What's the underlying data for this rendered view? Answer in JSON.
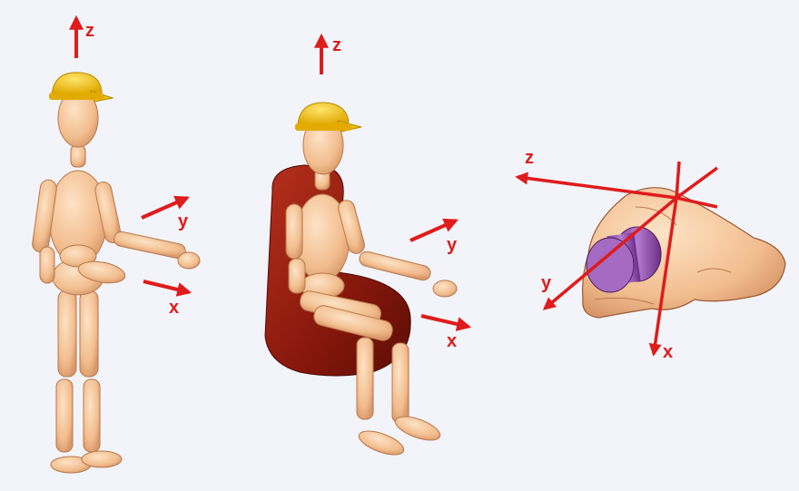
{
  "colors": {
    "axis": "#e01b1b",
    "skin": "#f6caa0",
    "skin_shade": "#d9986a",
    "helmet": "#f6c51a",
    "seat": "#8b1a0e",
    "cylinder": "#9b59b6",
    "background": "#eef1f8"
  },
  "figures": {
    "standing": {
      "z": "z",
      "y": "y",
      "x": "x"
    },
    "seated": {
      "z": "z",
      "y": "y",
      "x": "x"
    },
    "hand": {
      "z": "z",
      "y": "y",
      "x": "x"
    }
  },
  "icons": {
    "standing": "standing-worker-icon",
    "seated": "seated-worker-icon",
    "hand": "hand-grip-icon"
  }
}
